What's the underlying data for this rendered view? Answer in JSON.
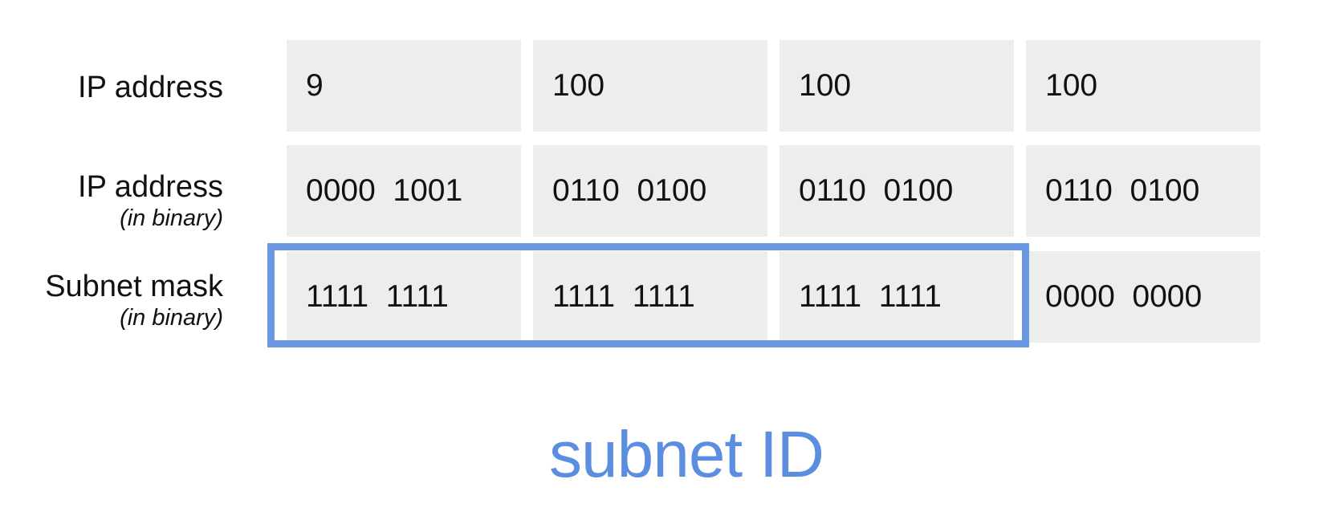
{
  "rows": [
    {
      "label": "IP address",
      "sublabel": "",
      "cells": [
        "9",
        "100",
        "100",
        "100"
      ]
    },
    {
      "label": "IP address",
      "sublabel": "(in binary)",
      "cells": [
        "0000  1001",
        "0110  0100",
        "0110  0100",
        "0110  0100"
      ]
    },
    {
      "label": "Subnet mask",
      "sublabel": "(in binary)",
      "cells": [
        "1111  1111",
        "1111  1111",
        "1111  1111",
        "0000  0000"
      ]
    }
  ],
  "caption": "subnet ID",
  "colors": {
    "cell_background": "#ededed",
    "highlight": "#6a98e2",
    "caption": "#5b8ee0"
  }
}
